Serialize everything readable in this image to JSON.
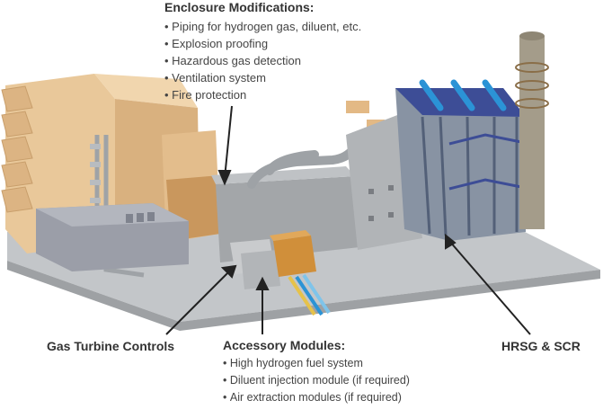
{
  "enclosure": {
    "title": "Enclosure Modifications:",
    "items": [
      "Piping for hydrogen gas, diluent, etc.",
      "Explosion proofing",
      "Hazardous gas detection",
      "Ventilation system",
      "Fire protection"
    ]
  },
  "gas_turbine_controls": {
    "label": "Gas Turbine Controls"
  },
  "accessory": {
    "title": "Accessory Modules:",
    "items": [
      "High hydrogen fuel system",
      "Diluent injection module (if required)",
      "Air extraction modules (if required)"
    ]
  },
  "hrsg": {
    "label": "HRSG & SCR"
  },
  "colors": {
    "base_plate": "#b9bcbf",
    "filter_house": "#e8c9a0",
    "enclosure": "#a9acaf",
    "hrsg_body": "#8a93a3",
    "hrsg_roof": "#3d4d96",
    "stack": "#a49c8a",
    "module_orange": "#d08f3a",
    "pipe_blue": "#2b93d6",
    "pipe_yellow": "#e6c24a"
  }
}
